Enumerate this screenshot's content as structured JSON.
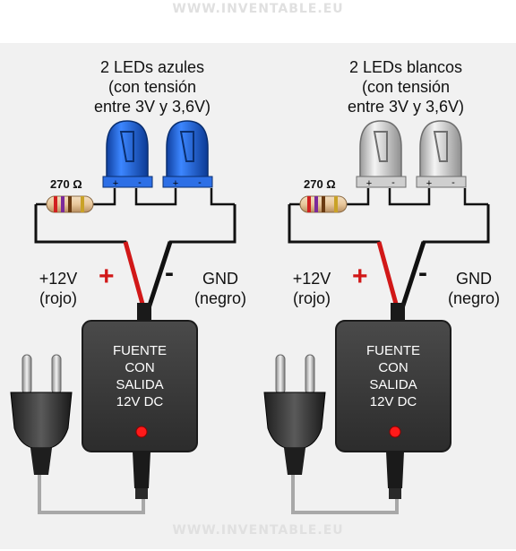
{
  "watermark": "WWW.INVENTABLE.EU",
  "colors": {
    "blue_led": "#1a5fd6",
    "white_led": "#d8d8d8",
    "psu_body": "#3b3b3b",
    "red_wire": "#d11818",
    "black_wire": "#111111",
    "power_led": "#ff1a1a"
  },
  "circuits": [
    {
      "title_line1": "2 LEDs azules",
      "title_line2": "(con tensión",
      "title_line3": "entre 3V y 3,6V)",
      "resistor": "270 Ω",
      "led_plus": "+",
      "led_minus": "-",
      "pos_label_1": "+12V",
      "pos_label_2": "(rojo)",
      "plus_sign": "+",
      "minus_sign": "-",
      "neg_label_1": "GND",
      "neg_label_2": "(negro)",
      "psu_line1": "FUENTE",
      "psu_line2": "CON",
      "psu_line3": "SALIDA",
      "psu_line4": "12V DC"
    },
    {
      "title_line1": "2 LEDs blancos",
      "title_line2": "(con tensión",
      "title_line3": "entre 3V y 3,6V)",
      "resistor": "270 Ω",
      "led_plus": "+",
      "led_minus": "-",
      "pos_label_1": "+12V",
      "pos_label_2": "(rojo)",
      "plus_sign": "+",
      "minus_sign": "-",
      "neg_label_1": "GND",
      "neg_label_2": "(negro)",
      "psu_line1": "FUENTE",
      "psu_line2": "CON",
      "psu_line3": "SALIDA",
      "psu_line4": "12V DC"
    }
  ]
}
